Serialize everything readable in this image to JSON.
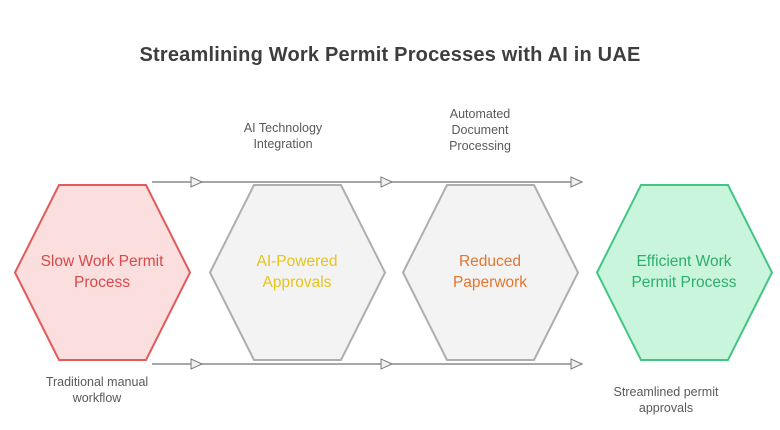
{
  "title": "Streamlining Work Permit Processes with AI in UAE",
  "hexagons": [
    {
      "label": "Slow Work Permit Process",
      "fill": "#fbdede",
      "border": "#e15b5b",
      "text_color": "#d64a4a"
    },
    {
      "label": "AI-Powered Approvals",
      "fill": "#f3f3f3",
      "border": "#aeaeae",
      "text_color": "#e4c41d"
    },
    {
      "label": "Reduced Paperwork",
      "fill": "#f3f3f3",
      "border": "#aeaeae",
      "text_color": "#e2762e"
    },
    {
      "label": "Efficient Work Permit Process",
      "fill": "#c8f5db",
      "border": "#43c584",
      "text_color": "#2fae6e"
    }
  ],
  "annotations": {
    "top_first": {
      "line1": "AI Technology",
      "line2": "Integration"
    },
    "top_second": {
      "line1": "Automated",
      "line2": "Document",
      "line3": "Processing"
    },
    "bottom_left": {
      "line1": "Traditional manual",
      "line2": "workflow"
    },
    "bottom_right": {
      "line1": "Streamlined permit",
      "line2": "approvals"
    }
  },
  "flow": {
    "line_color": "#8a8a8a",
    "arrowhead_fill": "#f0f0f0",
    "arrowhead_stroke": "#7a7a7a"
  }
}
